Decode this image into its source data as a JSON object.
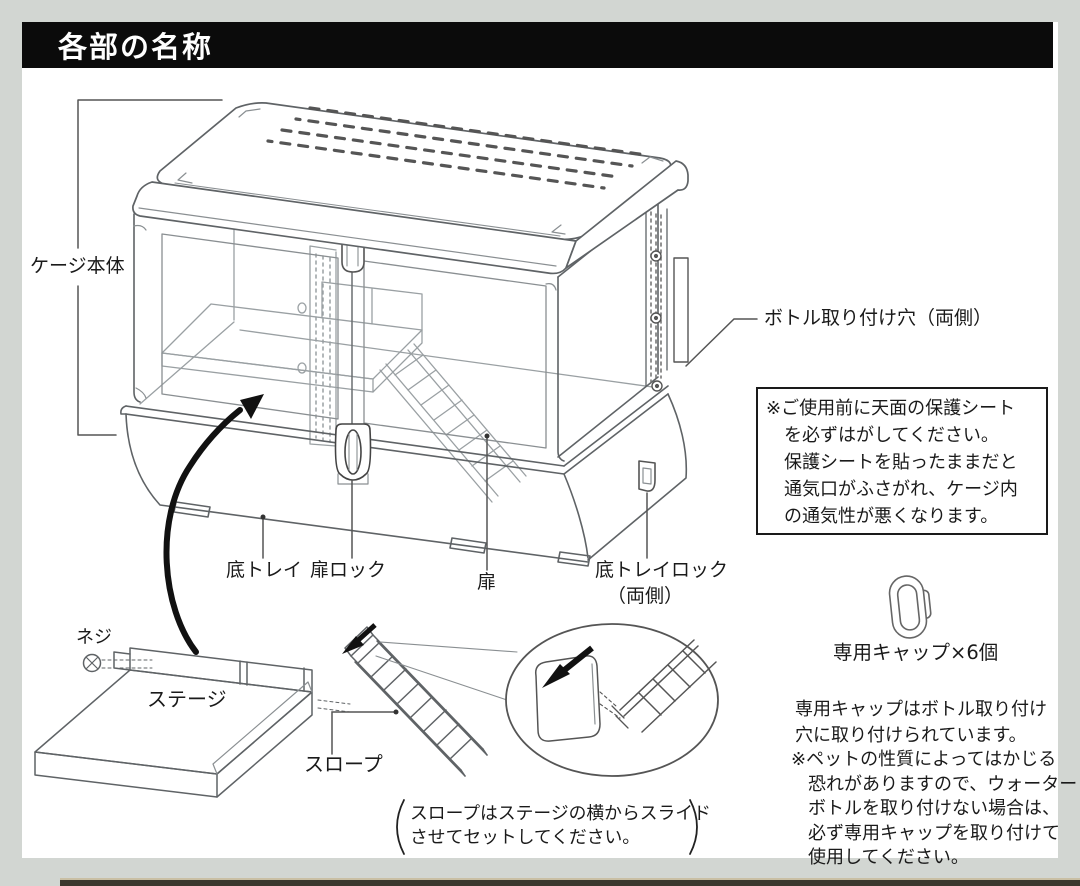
{
  "page": {
    "title": "各部の名称",
    "colors": {
      "background": "#d2d6d2",
      "panel": "#ffffff",
      "title_bar": "#0b0b0b",
      "title_text": "#ffffff",
      "line_art": "#5f6366",
      "text": "#1a1a1a"
    }
  },
  "diagram": {
    "labels": {
      "cage_body": "ケージ本体",
      "bottle_hole": "ボトル取り付け穴（両側）",
      "bottom_tray": "底トレイ",
      "door_lock": "扉ロック",
      "door": "扉",
      "tray_lock_line1": "底トレイロック",
      "tray_lock_line2": "（両側）",
      "screw": "ネジ",
      "stage": "ステージ",
      "slope": "スロープ"
    },
    "slope_note": [
      "スロープはステージの横からスライド",
      "させてセットしてください。"
    ]
  },
  "side_notes": {
    "protection_sheet_note": [
      "※ご使用前に天面の保護シート",
      "を必ずはがしてください。",
      "保護シートを貼ったままだと",
      "通気口がふさがれ、ケージ内",
      "の通気性が悪くなります。"
    ],
    "cap_label": "専用キャップ×6個",
    "cap_note": [
      "専用キャップはボトル取り付け",
      "穴に取り付けられています。"
    ],
    "cap_warning": [
      "※ペットの性質によってはかじる",
      "恐れがありますので、ウォーター",
      "ボトルを取り付けない場合は、",
      "必ず専用キャップを取り付けて",
      "使用してください。"
    ]
  }
}
